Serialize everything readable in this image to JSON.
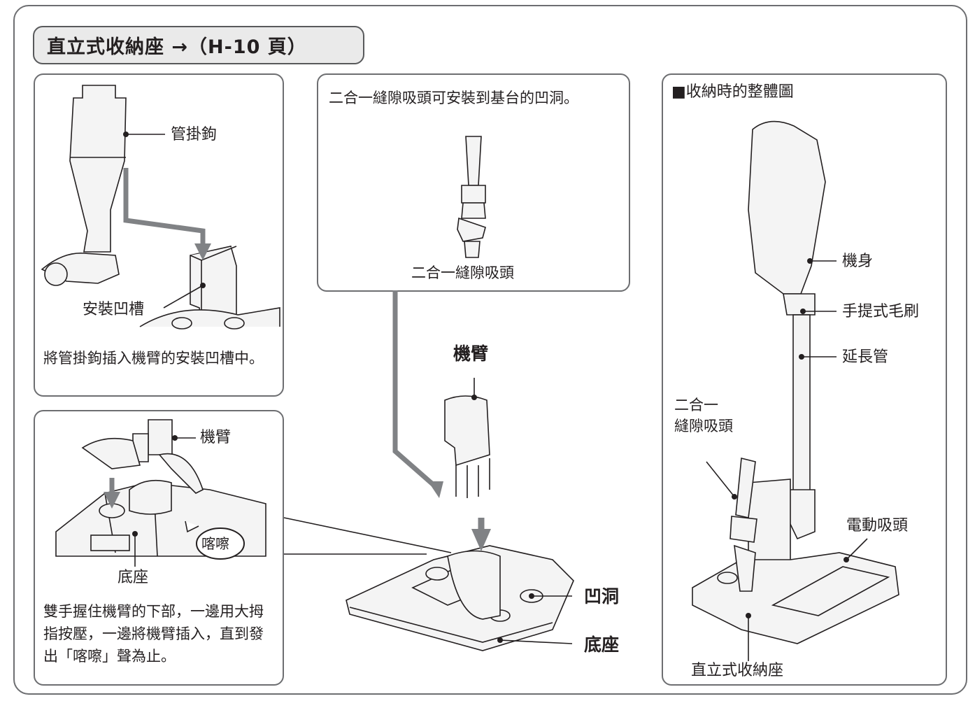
{
  "title": "直立式收納座 →（H-10 頁）",
  "panel_hook": {
    "label_hook": "管掛鉤",
    "label_slot": "安裝凹槽",
    "instruction": "將管掛鉤插入機臂的安裝凹槽中。"
  },
  "panel_arm": {
    "label_arm": "機臂",
    "label_base": "底座",
    "label_click": "喀嚓",
    "instruction": "雙手握住機臂的下部，一邊用大拇指按壓，一邊將機臂插入，直到發出「喀嚓」聲為止。"
  },
  "panel_crevice": {
    "instruction": "二合一縫隙吸頭可安裝到基台的凹洞。",
    "label": "二合一縫隙吸頭"
  },
  "center": {
    "label_arm": "機臂",
    "label_hole": "凹洞",
    "label_base": "底座"
  },
  "panel_overall": {
    "heading": "■收納時的整體圖",
    "label_body": "機身",
    "label_brush": "手提式毛刷",
    "label_pipe": "延長管",
    "label_crevice_line1": "二合一",
    "label_crevice_line2": "縫隙吸頭",
    "label_power_head": "電動吸頭",
    "label_stand": "直立式收納座"
  },
  "colors": {
    "border": "#6d6e71",
    "arrow": "#808285",
    "title_bg": "#eaeaea"
  }
}
